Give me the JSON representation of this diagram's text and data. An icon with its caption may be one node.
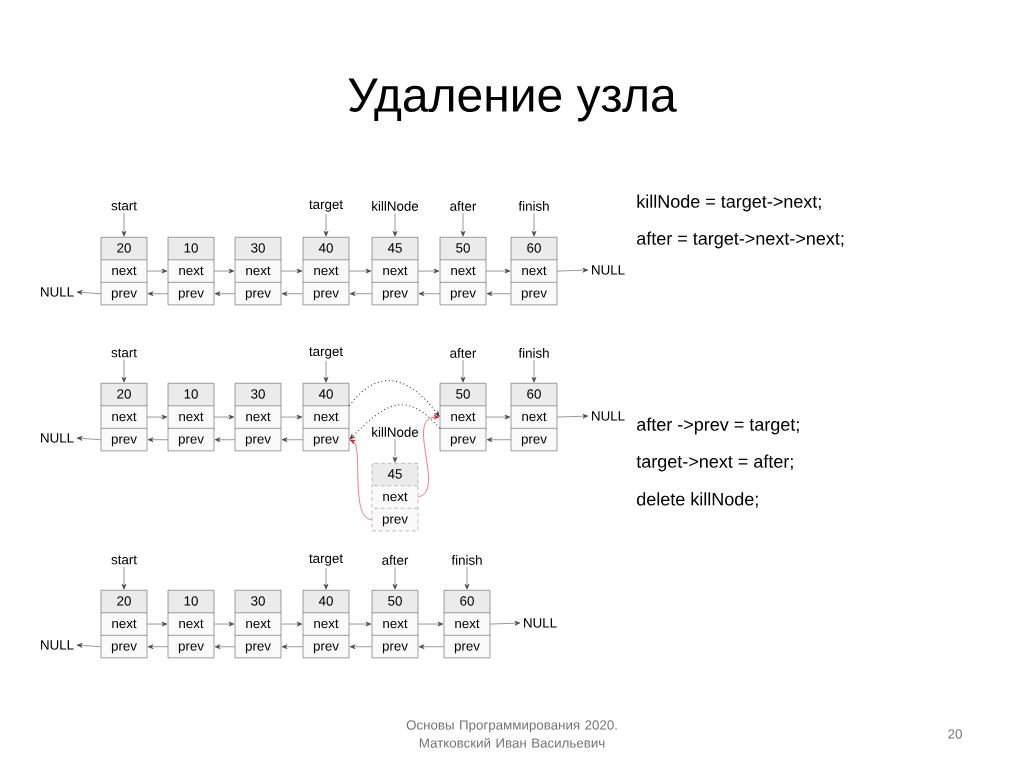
{
  "diagram": {
    "title": "Удаление узла",
    "nodes": [
      {
        "text": [
          "start"
        ]
      },
      {
        "text": [
          "target"
        ]
      },
      {
        "text": [
          "killNode"
        ]
      },
      {
        "text": [
          "after"
        ]
      },
      {
        "text": [
          "finish"
        ]
      },
      {
        "text": [
          "NULL"
        ]
      },
      {
        "text": [
          "20",
          "next",
          "prev"
        ]
      },
      {
        "text": [
          "10",
          "next",
          "prev"
        ]
      },
      {
        "text": [
          "30",
          "next",
          "prev"
        ]
      },
      {
        "text": [
          "40",
          "next",
          "prev"
        ]
      },
      {
        "text": [
          "45",
          "next",
          "prev"
        ]
      },
      {
        "text": [
          "50",
          "next",
          "prev"
        ]
      },
      {
        "text": [
          "60",
          "next",
          "prev"
        ]
      },
      {
        "text": [
          "NULL"
        ]
      },
      {
        "text": [
          "start"
        ]
      },
      {
        "text": [
          "target"
        ]
      },
      {
        "text": [
          "after"
        ]
      },
      {
        "text": [
          "finish"
        ]
      },
      {
        "text": [
          "NULL"
        ]
      },
      {
        "text": [
          "20",
          "next",
          "prev"
        ]
      },
      {
        "text": [
          "10",
          "next",
          "prev"
        ]
      },
      {
        "text": [
          "30",
          "next",
          "prev"
        ]
      },
      {
        "text": [
          "40",
          "next",
          "prev"
        ]
      },
      {
        "text": [
          "50",
          "next",
          "prev"
        ]
      },
      {
        "text": [
          "60",
          "next",
          "prev"
        ]
      },
      {
        "text": [
          "NULL"
        ]
      },
      {
        "text": [
          "killNode"
        ]
      },
      {
        "text": [
          "45",
          "next",
          "prev"
        ]
      },
      {
        "text": [
          "start"
        ]
      },
      {
        "text": [
          "target"
        ]
      },
      {
        "text": [
          "after"
        ]
      },
      {
        "text": [
          "finish"
        ]
      },
      {
        "text": [
          "NULL"
        ]
      },
      {
        "text": [
          "20",
          "next",
          "prev"
        ]
      },
      {
        "text": [
          "10",
          "next",
          "prev"
        ]
      },
      {
        "text": [
          "30",
          "next",
          "prev"
        ]
      },
      {
        "text": [
          "40",
          "next",
          "prev"
        ]
      },
      {
        "text": [
          "50",
          "next",
          "prev"
        ]
      },
      {
        "text": [
          "60",
          "next",
          "prev"
        ]
      },
      {
        "text": [
          "NULL"
        ]
      }
    ],
    "edges": [
      {
        "from": 0,
        "to": 6,
        "arrow": "to"
      },
      {
        "from": 1,
        "to": 9,
        "arrow": "to"
      },
      {
        "from": 2,
        "to": 10,
        "arrow": "to"
      },
      {
        "from": 3,
        "to": 11,
        "arrow": "to"
      },
      {
        "from": 4,
        "to": 12,
        "arrow": "to"
      },
      {
        "from": 6,
        "to": 5,
        "arrow": "to"
      },
      {
        "from": 6,
        "to": 7,
        "arrow": "to"
      },
      {
        "from": 7,
        "to": 8,
        "arrow": "to"
      },
      {
        "from": 8,
        "to": 9,
        "arrow": "to"
      },
      {
        "from": 9,
        "to": 10,
        "arrow": "to"
      },
      {
        "from": 10,
        "to": 11,
        "arrow": "to"
      },
      {
        "from": 11,
        "to": 12,
        "arrow": "to"
      },
      {
        "from": 12,
        "to": 13,
        "arrow": "to"
      },
      {
        "from": 7,
        "to": 6,
        "arrow": "to"
      },
      {
        "from": 8,
        "to": 7,
        "arrow": "to"
      },
      {
        "from": 9,
        "to": 8,
        "arrow": "to"
      },
      {
        "from": 10,
        "to": 9,
        "arrow": "to"
      },
      {
        "from": 11,
        "to": 10,
        "arrow": "to"
      },
      {
        "from": 12,
        "to": 11,
        "arrow": "to"
      },
      {
        "from": 14,
        "to": 19,
        "arrow": "to"
      },
      {
        "from": 15,
        "to": 22,
        "arrow": "to"
      },
      {
        "from": 16,
        "to": 23,
        "arrow": "to"
      },
      {
        "from": 17,
        "to": 24,
        "arrow": "to"
      },
      {
        "from": 26,
        "to": 27,
        "arrow": "to"
      },
      {
        "from": 19,
        "to": 18,
        "arrow": "to"
      },
      {
        "from": 19,
        "to": 20,
        "arrow": "to"
      },
      {
        "from": 20,
        "to": 21,
        "arrow": "to"
      },
      {
        "from": 21,
        "to": 22,
        "arrow": "to"
      },
      {
        "from": 23,
        "to": 24,
        "arrow": "to"
      },
      {
        "from": 24,
        "to": 25,
        "arrow": "to"
      },
      {
        "from": 20,
        "to": 19,
        "arrow": "to"
      },
      {
        "from": 21,
        "to": 20,
        "arrow": "to"
      },
      {
        "from": 22,
        "to": 21,
        "arrow": "to"
      },
      {
        "from": 24,
        "to": 23,
        "arrow": "to"
      },
      {
        "from": 22,
        "to": 23,
        "arrow": "to",
        "style": "dashed"
      },
      {
        "from": 23,
        "to": 22,
        "arrow": "to",
        "style": "dashed"
      },
      {
        "from": 27,
        "to": 23,
        "arrow": "to",
        "color": "#e3141c"
      },
      {
        "from": 27,
        "to": 22,
        "arrow": "to",
        "color": "#e3141c"
      },
      {
        "from": 28,
        "to": 33,
        "arrow": "to"
      },
      {
        "from": 29,
        "to": 36,
        "arrow": "to"
      },
      {
        "from": 30,
        "to": 37,
        "arrow": "to"
      },
      {
        "from": 31,
        "to": 38,
        "arrow": "to"
      },
      {
        "from": 33,
        "to": 32,
        "arrow": "to"
      },
      {
        "from": 33,
        "to": 34,
        "arrow": "to"
      },
      {
        "from": 34,
        "to": 35,
        "arrow": "to"
      },
      {
        "from": 35,
        "to": 36,
        "arrow": "to"
      },
      {
        "from": 36,
        "to": 37,
        "arrow": "to"
      },
      {
        "from": 37,
        "to": 38,
        "arrow": "to"
      },
      {
        "from": 38,
        "to": 39,
        "arrow": "to"
      },
      {
        "from": 34,
        "to": 33,
        "arrow": "to"
      },
      {
        "from": 35,
        "to": 34,
        "arrow": "to"
      },
      {
        "from": 36,
        "to": 35,
        "arrow": "to"
      },
      {
        "from": 37,
        "to": 36,
        "arrow": "to"
      },
      {
        "from": 38,
        "to": 37,
        "arrow": "to"
      }
    ],
    "labels": [
      "killNode = target->next;",
      "after = target->next->next;",
      "after ->prev = target;",
      "target->next = after;",
      "delete killNode;",
      "Основы Программирования 2020. Матковский Иван Васильевич",
      "20"
    ]
  }
}
